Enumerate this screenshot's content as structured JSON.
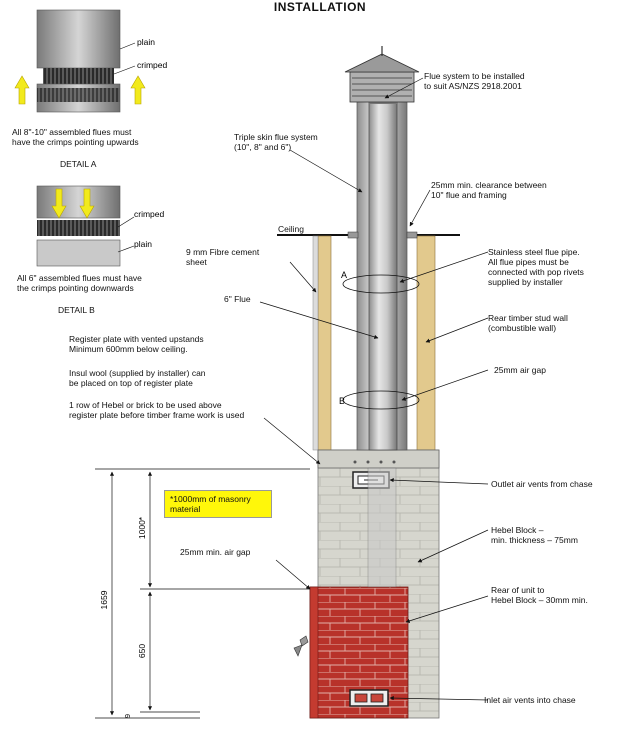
{
  "title": "INSTALLATION",
  "detail_a": {
    "title": "DETAIL A",
    "labels": [
      "plain",
      "crimped"
    ],
    "caption": "All 8\"-10\" assembled flues must\nhave the crimps pointing upwards"
  },
  "detail_b": {
    "title": "DETAIL B",
    "labels": [
      "crimped",
      "plain"
    ],
    "caption": "All 6\" assembled flues must have\nthe crimps pointing downwards"
  },
  "labels": {
    "flue_system": "Flue system to be installed\nto suit AS/NZS 2918.2001",
    "triple_skin": "Triple skin flue system\n(10\", 8\" and 6\")",
    "clearance": "25mm min. clearance between\n10\" flue and framing",
    "ceiling": "Ceiling",
    "fibre_cement": "9 mm Fibre cement\nsheet",
    "stainless": "Stainless steel flue pipe.\nAll flue pipes must be\nconnected with pop rivets\nsupplied by installer",
    "flue6": "6\" Flue",
    "marker_a": "A",
    "marker_b": "B",
    "stud_wall": "Rear timber stud wall\n(combustible wall)",
    "air_gap": "25mm air gap",
    "register_plate": "Register plate  with vented upstands\nMinimum 600mm below ceiling.",
    "insul_wool": "Insul wool  (supplied by installer) can\nbe placed on top of register plate",
    "hebel_row": "1 row of Hebel or brick to be used above\nregister plate before timber frame work is used",
    "outlet_vents": "Outlet air vents from chase",
    "masonry_note": "*1000mm of masonry\nmaterial",
    "air_gap_min": "25mm min. air gap",
    "hebel_block": "Hebel Block –\nmin. thickness – 75mm",
    "rear_unit": "Rear of unit to\nHebel Block – 30mm min.",
    "inlet_vents": "Inlet air vents into chase"
  },
  "dimensions": {
    "total": "1659",
    "upper": "1000*",
    "lower": "650",
    "base": "9"
  },
  "colors": {
    "timber": "#e2c98d",
    "hebel": "#d4d4cc",
    "brick": "#b8322a",
    "flue": "#b8b8b8",
    "highlight": "#fff70a",
    "arrow_yellow": "#f2ea1c"
  }
}
